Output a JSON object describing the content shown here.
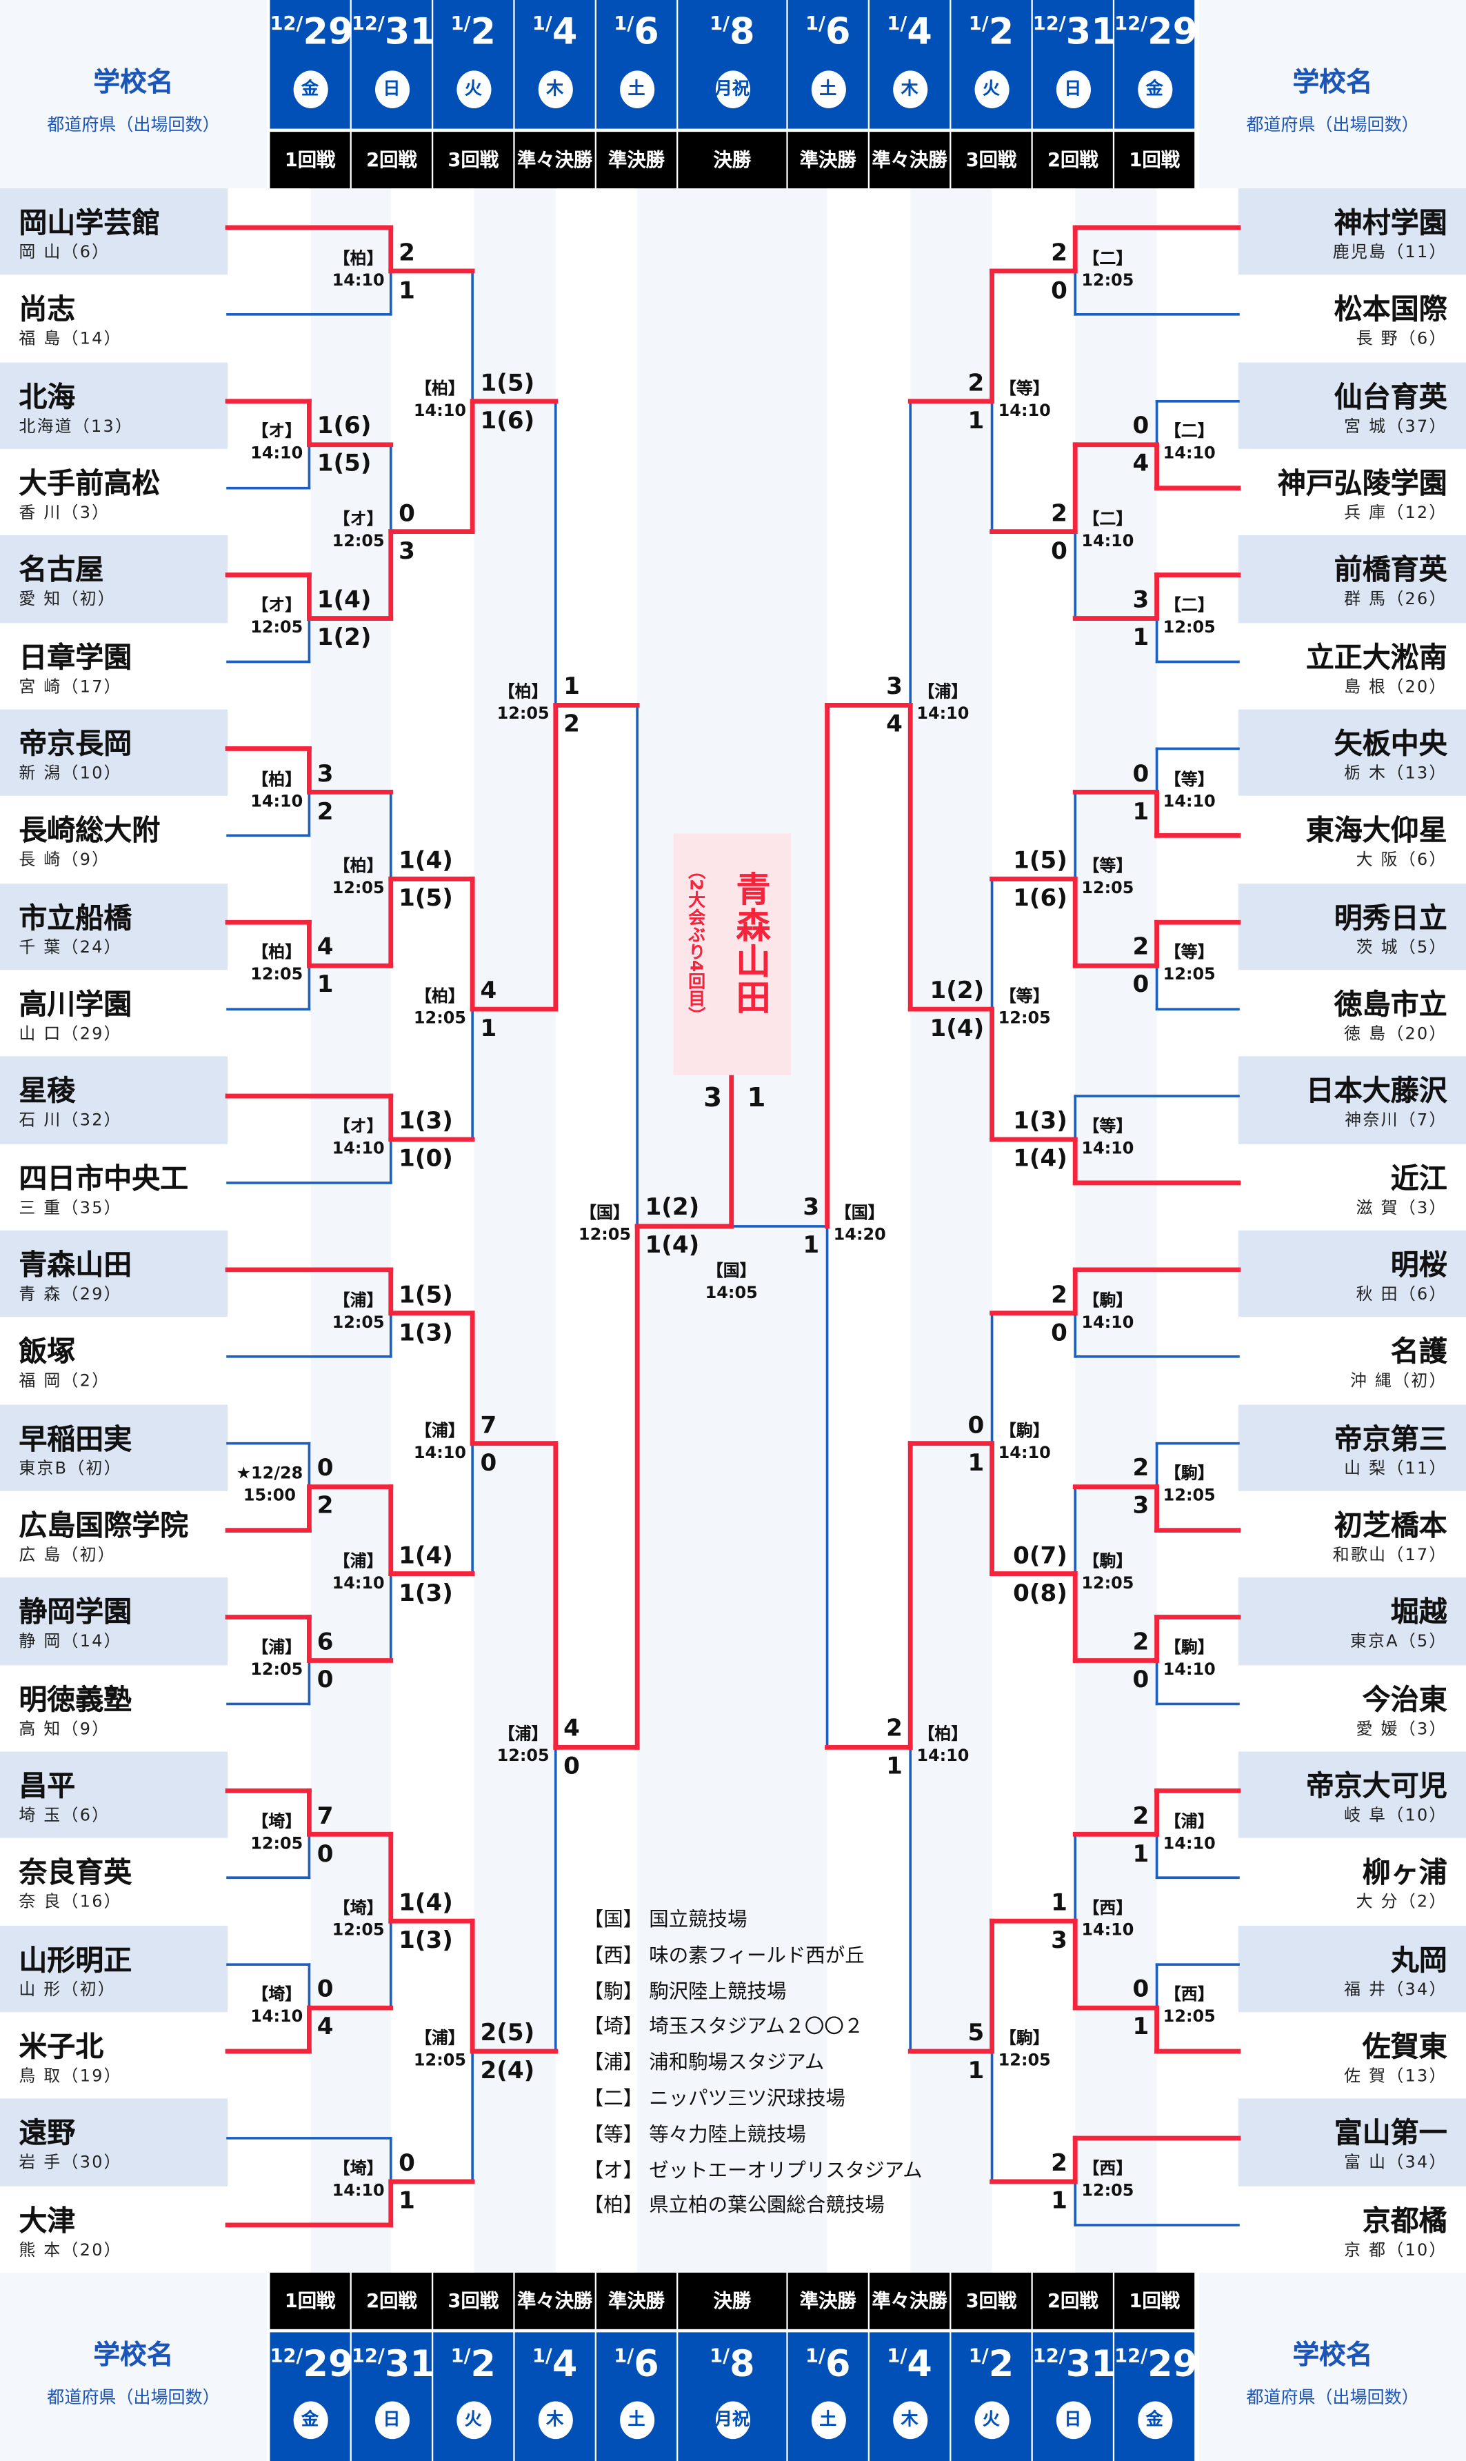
{
  "header": {
    "school_label": "学校名",
    "school_sub": "都道府県（出場回数）",
    "left_days": [
      {
        "md": "12/",
        "d": "29",
        "dow": "金",
        "round": "1回戦"
      },
      {
        "md": "12/",
        "d": "31",
        "dow": "日",
        "round": "2回戦"
      },
      {
        "md": "1/",
        "d": "2",
        "dow": "火",
        "round": "3回戦"
      },
      {
        "md": "1/",
        "d": "4",
        "dow": "木",
        "round": "準々決勝"
      },
      {
        "md": "1/",
        "d": "6",
        "dow": "土",
        "round": "準決勝"
      }
    ],
    "center_day": {
      "md": "1/",
      "d": "8",
      "dow": "月祝",
      "round": "決勝"
    },
    "right_days": [
      {
        "md": "1/",
        "d": "6",
        "dow": "土",
        "round": "準決勝"
      },
      {
        "md": "1/",
        "d": "4",
        "dow": "木",
        "round": "準々決勝"
      },
      {
        "md": "1/",
        "d": "2",
        "dow": "火",
        "round": "3回戦"
      },
      {
        "md": "12/",
        "d": "31",
        "dow": "日",
        "round": "2回戦"
      },
      {
        "md": "12/",
        "d": "29",
        "dow": "金",
        "round": "1回戦"
      }
    ]
  },
  "teams": {
    "left": [
      {
        "name": "岡山学芸館",
        "pref": "岡 山（6）"
      },
      {
        "name": "尚志",
        "pref": "福 島（14）"
      },
      {
        "name": "北海",
        "pref": "北海道（13）"
      },
      {
        "name": "大手前高松",
        "pref": "香 川（3）"
      },
      {
        "name": "名古屋",
        "pref": "愛 知（初）"
      },
      {
        "name": "日章学園",
        "pref": "宮 崎（17）"
      },
      {
        "name": "帝京長岡",
        "pref": "新 潟（10）"
      },
      {
        "name": "長崎総大附",
        "pref": "長 崎（9）"
      },
      {
        "name": "市立船橋",
        "pref": "千 葉（24）"
      },
      {
        "name": "高川学園",
        "pref": "山 口（29）"
      },
      {
        "name": "星稜",
        "pref": "石 川（32）"
      },
      {
        "name": "四日市中央工",
        "pref": "三 重（35）"
      },
      {
        "name": "青森山田",
        "pref": "青 森（29）"
      },
      {
        "name": "飯塚",
        "pref": "福 岡（2）"
      },
      {
        "name": "早稲田実",
        "pref": "東京B（初）"
      },
      {
        "name": "広島国際学院",
        "pref": "広 島（初）"
      },
      {
        "name": "静岡学園",
        "pref": "静 岡（14）"
      },
      {
        "name": "明徳義塾",
        "pref": "高 知（9）"
      },
      {
        "name": "昌平",
        "pref": "埼 玉（6）"
      },
      {
        "name": "奈良育英",
        "pref": "奈 良（16）"
      },
      {
        "name": "山形明正",
        "pref": "山 形（初）"
      },
      {
        "name": "米子北",
        "pref": "鳥 取（19）"
      },
      {
        "name": "遠野",
        "pref": "岩 手（30）"
      },
      {
        "name": "大津",
        "pref": "熊 本（20）"
      }
    ],
    "right": [
      {
        "name": "神村学園",
        "pref": "鹿児島（11）"
      },
      {
        "name": "松本国際",
        "pref": "長 野（6）"
      },
      {
        "name": "仙台育英",
        "pref": "宮 城（37）"
      },
      {
        "name": "神戸弘陵学園",
        "pref": "兵 庫（12）"
      },
      {
        "name": "前橋育英",
        "pref": "群 馬（26）"
      },
      {
        "name": "立正大淞南",
        "pref": "島 根（20）"
      },
      {
        "name": "矢板中央",
        "pref": "栃 木（13）"
      },
      {
        "name": "東海大仰星",
        "pref": "大 阪（6）"
      },
      {
        "name": "明秀日立",
        "pref": "茨 城（5）"
      },
      {
        "name": "徳島市立",
        "pref": "徳 島（20）"
      },
      {
        "name": "日本大藤沢",
        "pref": "神奈川（7）"
      },
      {
        "name": "近江",
        "pref": "滋 賀（3）"
      },
      {
        "name": "明桜",
        "pref": "秋 田（6）"
      },
      {
        "name": "名護",
        "pref": "沖 縄（初）"
      },
      {
        "name": "帝京第三",
        "pref": "山 梨（11）"
      },
      {
        "name": "初芝橋本",
        "pref": "和歌山（17）"
      },
      {
        "name": "堀越",
        "pref": "東京A（5）"
      },
      {
        "name": "今治東",
        "pref": "愛 媛（3）"
      },
      {
        "name": "帝京大可児",
        "pref": "岐 阜（10）"
      },
      {
        "name": "柳ヶ浦",
        "pref": "大 分（2）"
      },
      {
        "name": "丸岡",
        "pref": "福 井（34）"
      },
      {
        "name": "佐賀東",
        "pref": "佐 賀（13）"
      },
      {
        "name": "富山第一",
        "pref": "富 山（34）"
      },
      {
        "name": "京都橘",
        "pref": "京 都（10）"
      }
    ]
  },
  "matches": {
    "left": [
      {
        "r": 1,
        "a": "t2",
        "b": "t3",
        "w": 0,
        "s": [
          "1(6)",
          "1(5)"
        ],
        "v": "【オ】",
        "t": "14:10"
      },
      {
        "r": 1,
        "a": "t4",
        "b": "t5",
        "w": 0,
        "s": [
          "1(4)",
          "1(2)"
        ],
        "v": "【オ】",
        "t": "12:05"
      },
      {
        "r": 2,
        "a": "t0",
        "b": "t1",
        "w": 0,
        "s": [
          "2",
          "1"
        ],
        "v": "【柏】",
        "t": "14:10"
      },
      {
        "r": 2,
        "a": "m0",
        "b": "m1",
        "w": 1,
        "s": [
          "0",
          "3"
        ],
        "v": "【オ】",
        "t": "12:05"
      },
      {
        "r": 3,
        "a": "m2",
        "b": "m3",
        "w": 1,
        "s": [
          "1(5)",
          "1(6)"
        ],
        "v": "【柏】",
        "t": "14:10"
      },
      {
        "r": 1,
        "a": "t6",
        "b": "t7",
        "w": 0,
        "s": [
          "3",
          "2"
        ],
        "v": "【柏】",
        "t": "14:10"
      },
      {
        "r": 1,
        "a": "t8",
        "b": "t9",
        "w": 0,
        "s": [
          "4",
          "1"
        ],
        "v": "【柏】",
        "t": "12:05"
      },
      {
        "r": 2,
        "a": "m5",
        "b": "m6",
        "w": 1,
        "s": [
          "1(4)",
          "1(5)"
        ],
        "v": "【柏】",
        "t": "12:05"
      },
      {
        "r": 2,
        "a": "t10",
        "b": "t11",
        "w": 0,
        "s": [
          "1(3)",
          "1(0)"
        ],
        "v": "【オ】",
        "t": "14:10"
      },
      {
        "r": 3,
        "a": "m7",
        "b": "m8",
        "w": 0,
        "s": [
          "4",
          "1"
        ],
        "v": "【柏】",
        "t": "12:05"
      },
      {
        "r": 4,
        "a": "m4",
        "b": "m9",
        "w": 1,
        "s": [
          "1",
          "2"
        ],
        "v": "【柏】",
        "t": "12:05"
      },
      {
        "r": 2,
        "a": "t12",
        "b": "t13",
        "w": 0,
        "s": [
          "1(5)",
          "1(3)"
        ],
        "v": "【浦】",
        "t": "12:05"
      },
      {
        "r": 1,
        "a": "t14",
        "b": "t15",
        "w": 1,
        "s": [
          "0",
          "2"
        ],
        "v": "★12/28",
        "t": "15:00"
      },
      {
        "r": 1,
        "a": "t16",
        "b": "t17",
        "w": 0,
        "s": [
          "6",
          "0"
        ],
        "v": "【浦】",
        "t": "12:05"
      },
      {
        "r": 2,
        "a": "m12",
        "b": "m13",
        "w": 0,
        "s": [
          "1(4)",
          "1(3)"
        ],
        "v": "【浦】",
        "t": "14:10"
      },
      {
        "r": 3,
        "a": "m11",
        "b": "m14",
        "w": 0,
        "s": [
          "7",
          "0"
        ],
        "v": "【浦】",
        "t": "14:10"
      },
      {
        "r": 1,
        "a": "t18",
        "b": "t19",
        "w": 0,
        "s": [
          "7",
          "0"
        ],
        "v": "【埼】",
        "t": "12:05"
      },
      {
        "r": 1,
        "a": "t20",
        "b": "t21",
        "w": 1,
        "s": [
          "0",
          "4"
        ],
        "v": "【埼】",
        "t": "14:10"
      },
      {
        "r": 2,
        "a": "m16",
        "b": "m17",
        "w": 0,
        "s": [
          "1(4)",
          "1(3)"
        ],
        "v": "【埼】",
        "t": "12:05"
      },
      {
        "r": 2,
        "a": "t22",
        "b": "t23",
        "w": 1,
        "s": [
          "0",
          "1"
        ],
        "v": "【埼】",
        "t": "14:10"
      },
      {
        "r": 3,
        "a": "m18",
        "b": "m19",
        "w": 0,
        "s": [
          "2(5)",
          "2(4)"
        ],
        "v": "【浦】",
        "t": "12:05"
      },
      {
        "r": 4,
        "a": "m15",
        "b": "m20",
        "w": 0,
        "s": [
          "4",
          "0"
        ],
        "v": "【浦】",
        "t": "12:05"
      },
      {
        "r": 5,
        "a": "m10",
        "b": "m21",
        "w": 1,
        "s": [
          "1(2)",
          "1(4)"
        ],
        "v": "【国】",
        "t": "12:05"
      }
    ],
    "right": [
      {
        "r": 1,
        "a": "t2",
        "b": "t3",
        "w": 1,
        "s": [
          "0",
          "4"
        ],
        "v": "【二】",
        "t": "14:10"
      },
      {
        "r": 1,
        "a": "t4",
        "b": "t5",
        "w": 0,
        "s": [
          "3",
          "1"
        ],
        "v": "【二】",
        "t": "12:05"
      },
      {
        "r": 2,
        "a": "t0",
        "b": "t1",
        "w": 0,
        "s": [
          "2",
          "0"
        ],
        "v": "【二】",
        "t": "12:05"
      },
      {
        "r": 2,
        "a": "m0",
        "b": "m1",
        "w": 0,
        "s": [
          "2",
          "0"
        ],
        "v": "【二】",
        "t": "14:10"
      },
      {
        "r": 3,
        "a": "m2",
        "b": "m3",
        "w": 0,
        "s": [
          "2",
          "1"
        ],
        "v": "【等】",
        "t": "14:10"
      },
      {
        "r": 1,
        "a": "t6",
        "b": "t7",
        "w": 1,
        "s": [
          "0",
          "1"
        ],
        "v": "【等】",
        "t": "14:10"
      },
      {
        "r": 1,
        "a": "t8",
        "b": "t9",
        "w": 0,
        "s": [
          "2",
          "0"
        ],
        "v": "【等】",
        "t": "12:05"
      },
      {
        "r": 2,
        "a": "m5",
        "b": "m6",
        "w": 1,
        "s": [
          "1(5)",
          "1(6)"
        ],
        "v": "【等】",
        "t": "12:05"
      },
      {
        "r": 2,
        "a": "t10",
        "b": "t11",
        "w": 1,
        "s": [
          "1(3)",
          "1(4)"
        ],
        "v": "【等】",
        "t": "14:10"
      },
      {
        "r": 3,
        "a": "m7",
        "b": "m8",
        "w": 1,
        "s": [
          "1(2)",
          "1(4)"
        ],
        "v": "【等】",
        "t": "12:05"
      },
      {
        "r": 4,
        "a": "m4",
        "b": "m9",
        "w": 1,
        "s": [
          "3",
          "4"
        ],
        "v": "【浦】",
        "t": "14:10"
      },
      {
        "r": 2,
        "a": "t12",
        "b": "t13",
        "w": 0,
        "s": [
          "2",
          "0"
        ],
        "v": "【駒】",
        "t": "14:10"
      },
      {
        "r": 1,
        "a": "t14",
        "b": "t15",
        "w": 1,
        "s": [
          "2",
          "3"
        ],
        "v": "【駒】",
        "t": "12:05"
      },
      {
        "r": 1,
        "a": "t16",
        "b": "t17",
        "w": 0,
        "s": [
          "2",
          "0"
        ],
        "v": "【駒】",
        "t": "14:10"
      },
      {
        "r": 2,
        "a": "m12",
        "b": "m13",
        "w": 1,
        "s": [
          "0(7)",
          "0(8)"
        ],
        "v": "【駒】",
        "t": "12:05"
      },
      {
        "r": 3,
        "a": "m11",
        "b": "m14",
        "w": 1,
        "s": [
          "0",
          "1"
        ],
        "v": "【駒】",
        "t": "14:10"
      },
      {
        "r": 1,
        "a": "t18",
        "b": "t19",
        "w": 0,
        "s": [
          "2",
          "1"
        ],
        "v": "【浦】",
        "t": "14:10"
      },
      {
        "r": 1,
        "a": "t20",
        "b": "t21",
        "w": 1,
        "s": [
          "0",
          "1"
        ],
        "v": "【西】",
        "t": "12:05"
      },
      {
        "r": 2,
        "a": "m16",
        "b": "m17",
        "w": 1,
        "s": [
          "1",
          "3"
        ],
        "v": "【西】",
        "t": "14:10"
      },
      {
        "r": 2,
        "a": "t22",
        "b": "t23",
        "w": 0,
        "s": [
          "2",
          "1"
        ],
        "v": "【西】",
        "t": "12:05"
      },
      {
        "r": 3,
        "a": "m18",
        "b": "m19",
        "w": 0,
        "s": [
          "5",
          "1"
        ],
        "v": "【駒】",
        "t": "12:05"
      },
      {
        "r": 4,
        "a": "m15",
        "b": "m20",
        "w": 0,
        "s": [
          "2",
          "1"
        ],
        "v": "【柏】",
        "t": "14:10"
      },
      {
        "r": 5,
        "a": "m10",
        "b": "m21",
        "w": 0,
        "s": [
          "3",
          "1"
        ],
        "v": "【国】",
        "t": "14:20"
      }
    ]
  },
  "final": {
    "scores": [
      "3",
      "1"
    ],
    "winner": "left",
    "v": "【国】",
    "t": "14:05"
  },
  "champion": {
    "name": "青森山田",
    "note": "（2大会ぶり4回目）"
  },
  "legend": [
    {
      "code": "【国】",
      "name": "国立競技場"
    },
    {
      "code": "【西】",
      "name": "味の素フィールド西が丘"
    },
    {
      "code": "【駒】",
      "name": "駒沢陸上競技場"
    },
    {
      "code": "【埼】",
      "name": "埼玉スタジアム２〇〇２"
    },
    {
      "code": "【浦】",
      "name": "浦和駒場スタジアム"
    },
    {
      "code": "【二】",
      "name": "ニッパツ三ツ沢球技場"
    },
    {
      "code": "【等】",
      "name": "等々力陸上競技場"
    },
    {
      "code": "【オ】",
      "name": "ゼットエーオリプリスタジアム"
    },
    {
      "code": "【柏】",
      "name": "県立柏の葉公園総合競技場"
    }
  ],
  "colors": {
    "win": "#f5243d",
    "lose": "#1a5fc1",
    "header": "#0050b8",
    "row": "#dbe5f4"
  }
}
